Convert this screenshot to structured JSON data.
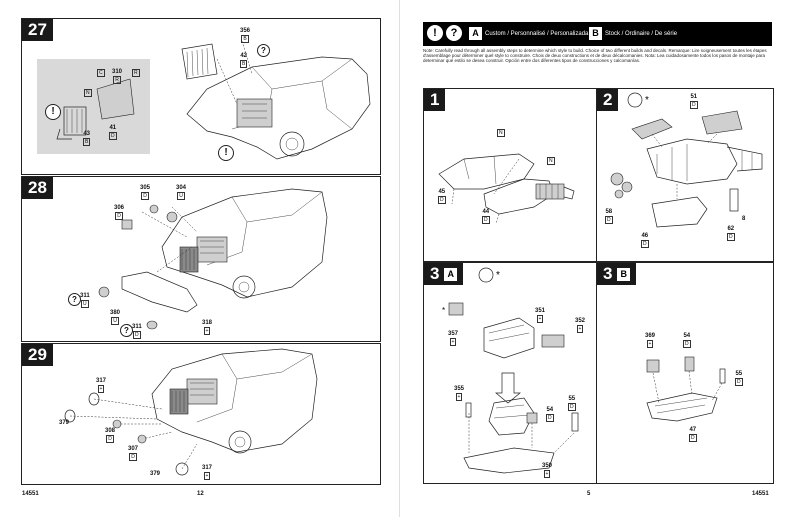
{
  "left_page": {
    "page_number": "12",
    "kit_number": "14551",
    "steps": [
      {
        "number": "27",
        "parts": [
          {
            "num": "356",
            "code": "B"
          },
          {
            "num": "42",
            "code": "B"
          },
          {
            "num": "310",
            "code": "R"
          },
          {
            "num": "43",
            "code": "B"
          },
          {
            "num": "41",
            "code": "D"
          }
        ],
        "inset_codes": [
          "C",
          "N",
          "R"
        ]
      },
      {
        "number": "28",
        "parts": [
          {
            "num": "305",
            "code": "D"
          },
          {
            "num": "304",
            "code": "U"
          },
          {
            "num": "306",
            "code": "D"
          },
          {
            "num": "311",
            "code": "U"
          },
          {
            "num": "380",
            "code": "U"
          },
          {
            "num": "311",
            "code": "D"
          },
          {
            "num": "318",
            "code": "+"
          }
        ]
      },
      {
        "number": "29",
        "parts": [
          {
            "num": "317",
            "code": "+"
          },
          {
            "num": "379",
            "code": ""
          },
          {
            "num": "308",
            "code": "D"
          },
          {
            "num": "307",
            "code": "D"
          },
          {
            "num": "379",
            "code": ""
          },
          {
            "num": "317",
            "code": "+"
          }
        ]
      }
    ]
  },
  "right_page": {
    "page_number": "5",
    "kit_number": "14551",
    "header": {
      "custom_badge": "A",
      "custom_label": "Custom / Personnalisé / Personalizada",
      "stock_badge": "B",
      "stock_label": "Stock / Ordinaire / De série"
    },
    "note": "Note: Carefully read through all assembly steps to determine which style to build. Choice of two different builds and decals. Remarque: Lire soigneusement toutes les étapes d'assemblage pour déterminer quel style to construire. Choix de deux constructions et de deux décalcomanies. Nota: Lea cuidadosamente todos los pasos de montaje para determinar qué estilo se desea construir. Opción entre dos diferentes tipos de construcciones y calcomanías.",
    "steps": [
      {
        "number": "1",
        "parts": [
          {
            "num": "45",
            "code": "D"
          },
          {
            "num": "44",
            "code": "D"
          }
        ],
        "labels": [
          "N",
          "N"
        ]
      },
      {
        "number": "2",
        "parts": [
          {
            "num": "51",
            "code": "D"
          },
          {
            "num": "58",
            "code": "D"
          },
          {
            "num": "46",
            "code": "D"
          },
          {
            "num": "62",
            "code": "D"
          },
          {
            "num": "8",
            "code": ""
          }
        ]
      },
      {
        "number": "3",
        "variant": "A",
        "parts": [
          {
            "num": "351",
            "code": "+"
          },
          {
            "num": "352",
            "code": "+"
          },
          {
            "num": "357",
            "code": "+"
          },
          {
            "num": "355",
            "code": "+"
          },
          {
            "num": "54",
            "code": "D"
          },
          {
            "num": "55",
            "code": "D"
          },
          {
            "num": "350",
            "code": "+"
          }
        ]
      },
      {
        "number": "3",
        "variant": "B",
        "parts": [
          {
            "num": "369",
            "code": "+"
          },
          {
            "num": "54",
            "code": "D"
          },
          {
            "num": "55",
            "code": "D"
          },
          {
            "num": "47",
            "code": "D"
          }
        ]
      }
    ]
  }
}
